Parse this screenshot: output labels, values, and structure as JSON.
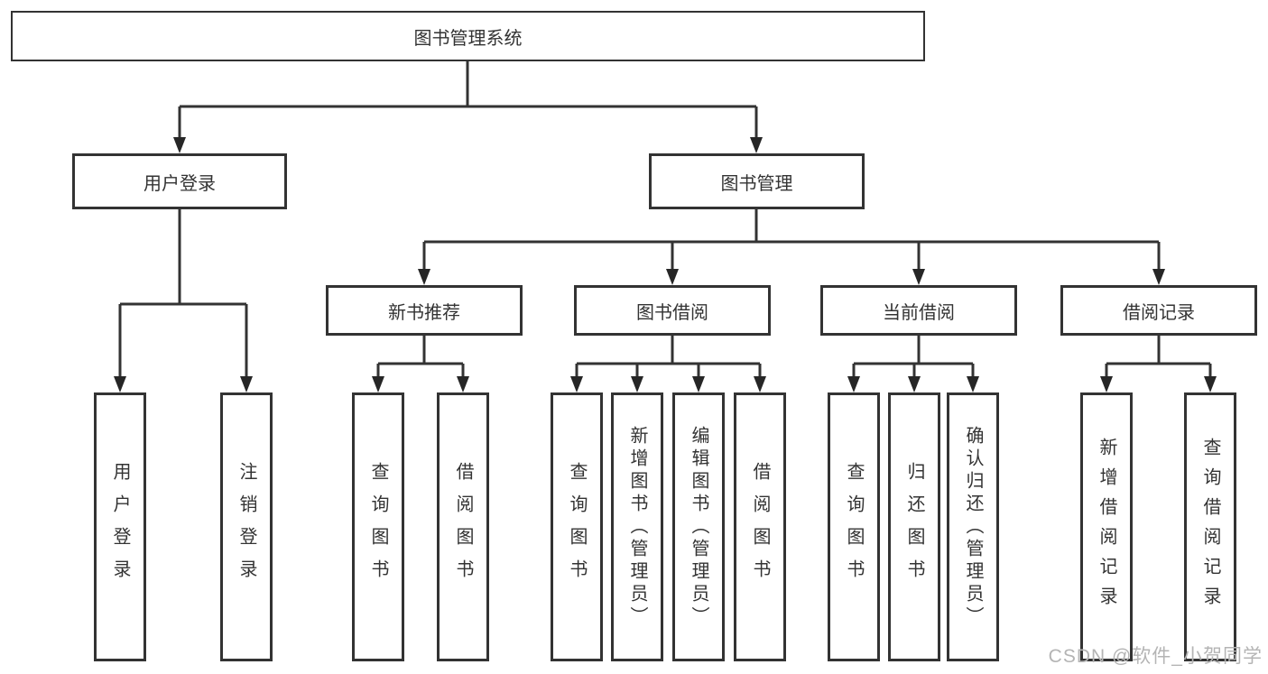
{
  "tree": {
    "label": "图书管理系统",
    "children": [
      {
        "label": "用户登录",
        "children": [
          {
            "label": "用户登录"
          },
          {
            "label": "注销登录"
          }
        ]
      },
      {
        "label": "图书管理",
        "children": [
          {
            "label": "新书推荐",
            "children": [
              {
                "label": "查询图书"
              },
              {
                "label": "借阅图书"
              }
            ]
          },
          {
            "label": "图书借阅",
            "children": [
              {
                "label": "查询图书"
              },
              {
                "label": "新增图书（管理员）"
              },
              {
                "label": "编辑图书（管理员）"
              },
              {
                "label": "借阅图书"
              }
            ]
          },
          {
            "label": "当前借阅",
            "children": [
              {
                "label": "查询图书"
              },
              {
                "label": "归还图书"
              },
              {
                "label": "确认归还（管理员）"
              }
            ]
          },
          {
            "label": "借阅记录",
            "children": [
              {
                "label": "新增借阅记录"
              },
              {
                "label": "查询借阅记录"
              }
            ]
          }
        ]
      }
    ]
  },
  "colors": {
    "line": "#333333",
    "box_border": "#333333",
    "text": "#333333",
    "background": "#ffffff",
    "watermark": "#b4b4b4"
  },
  "watermark": {
    "text": "CSDN @软件_小贺同学"
  }
}
